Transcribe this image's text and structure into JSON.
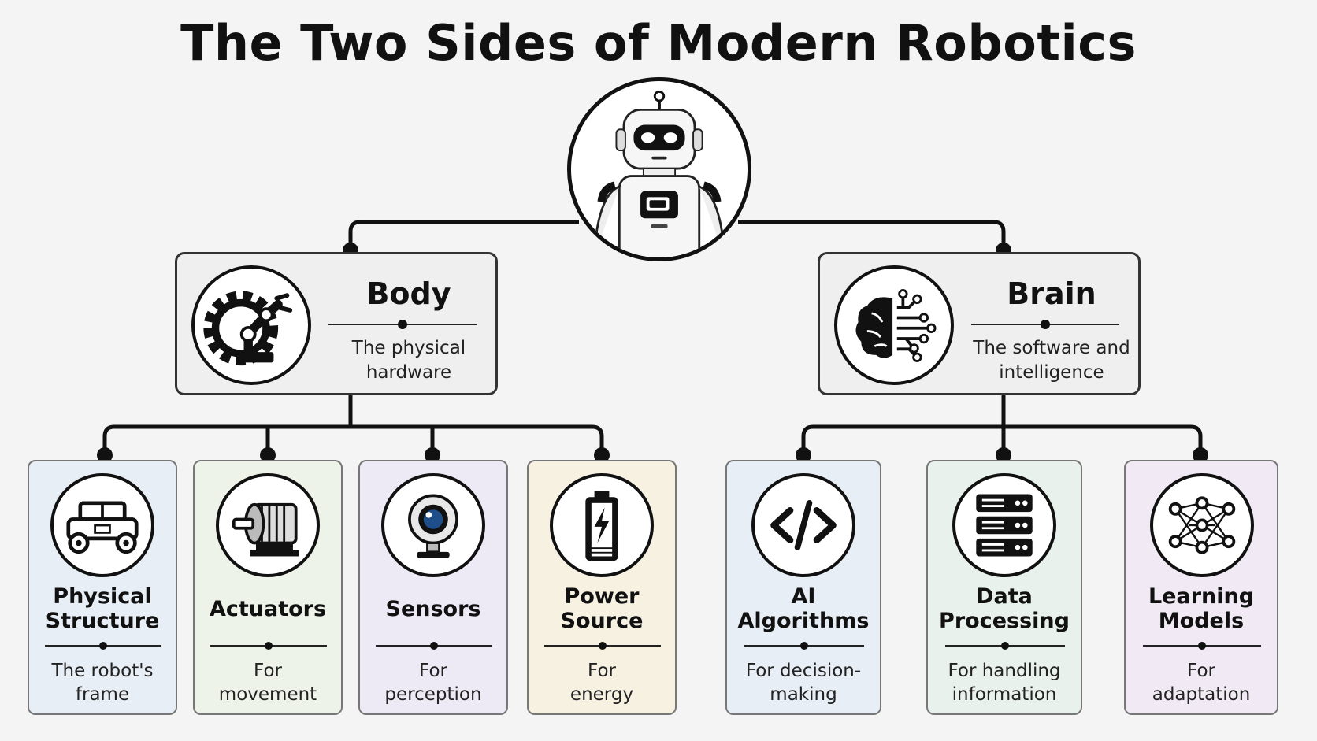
{
  "title": "The Two Sides of Modern Robotics",
  "root": {
    "icon": "robot-icon"
  },
  "body": {
    "title": "Body",
    "subtitle_line1": "The physical",
    "subtitle_line2": "hardware",
    "icon": "gear-robotic-arm-icon",
    "children": [
      {
        "title_line1": "Physical",
        "title_line2": "Structure",
        "sub_line1": "The robot's",
        "sub_line2": "frame",
        "icon": "rover-frame-icon",
        "tint": "#e8eef6"
      },
      {
        "title_line1": "Actuators",
        "title_line2": "",
        "sub_line1": "For",
        "sub_line2": "movement",
        "icon": "motor-icon",
        "tint": "#edf3e8"
      },
      {
        "title_line1": "Sensors",
        "title_line2": "",
        "sub_line1": "For",
        "sub_line2": "perception",
        "icon": "camera-sensor-icon",
        "tint": "#eeeaf5"
      },
      {
        "title_line1": "Power",
        "title_line2": "Source",
        "sub_line1": "For",
        "sub_line2": "energy",
        "icon": "battery-icon",
        "tint": "#f7f1e2"
      }
    ]
  },
  "brain": {
    "title": "Brain",
    "subtitle_line1": "The software and",
    "subtitle_line2": "intelligence",
    "icon": "brain-circuit-icon",
    "children": [
      {
        "title_line1": "AI",
        "title_line2": "Algorithms",
        "sub_line1": "For decision-",
        "sub_line2": "making",
        "icon": "code-icon",
        "tint": "#e8eef6"
      },
      {
        "title_line1": "Data",
        "title_line2": "Processing",
        "sub_line1": "For handling",
        "sub_line2": "information",
        "icon": "server-icon",
        "tint": "#e9f1ec"
      },
      {
        "title_line1": "Learning",
        "title_line2": "Models",
        "sub_line1": "For",
        "sub_line2": "adaptation",
        "icon": "neural-network-icon",
        "tint": "#f1eaf4"
      }
    ]
  }
}
